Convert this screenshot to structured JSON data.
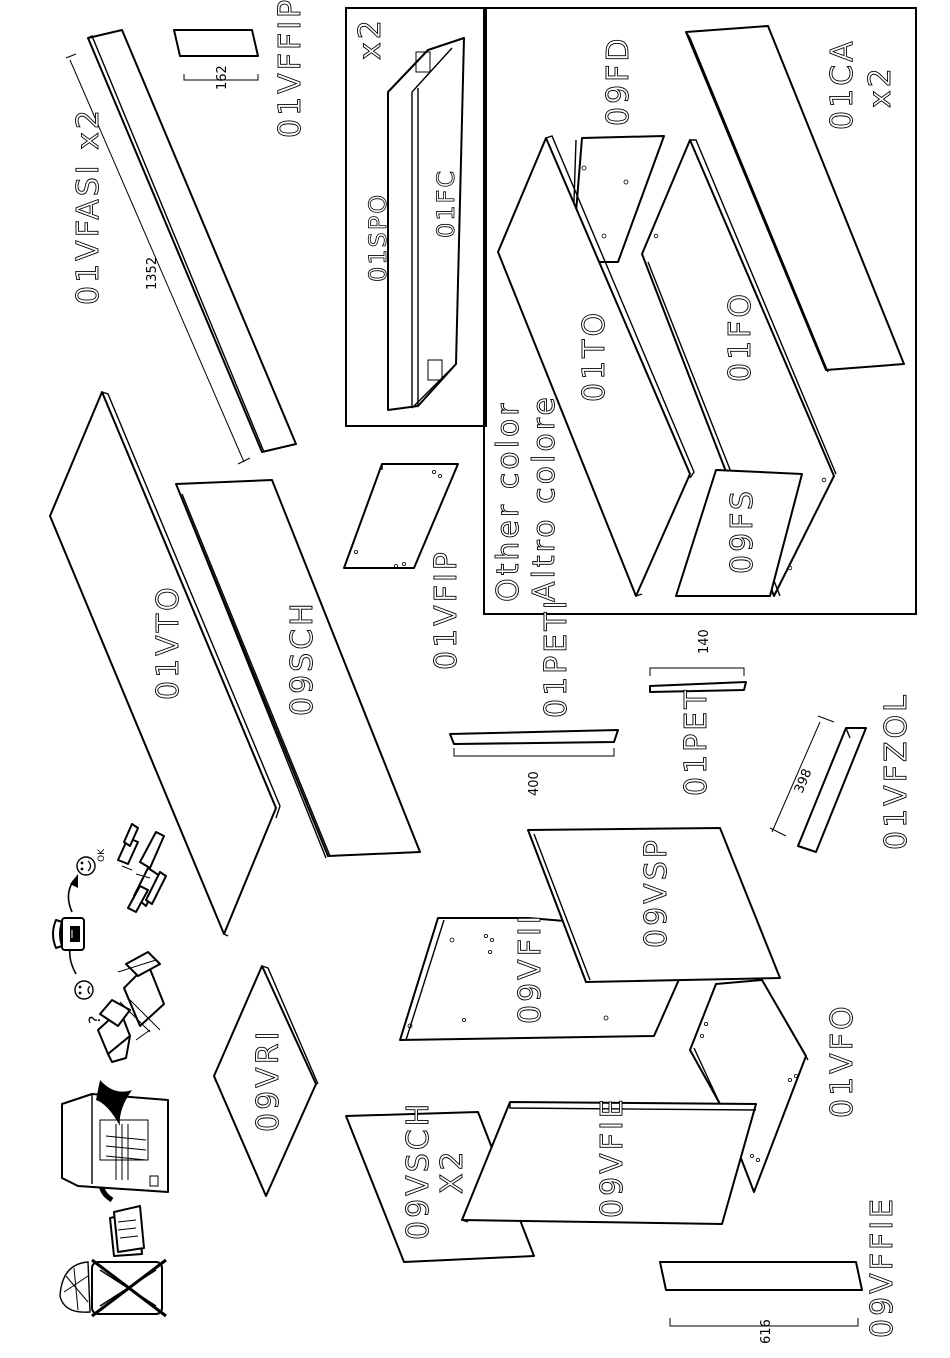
{
  "parts": {
    "vfasi": "01VFASI x2",
    "vffip": "01VFFIP",
    "spo": "01SPO",
    "fc": "01FC",
    "x2_box": "x2",
    "fd": "09FD",
    "ca": "01CA",
    "ca_x2": "x2",
    "to": "01TO",
    "fo": "01FO",
    "fs": "09FS",
    "vto": "01VTO",
    "sch": "09SCH",
    "vfip": "01VFIP",
    "peti": "01PETI",
    "pet": "01PET",
    "vfzol": "01VFZOL",
    "vsp": "09VSP",
    "vfii": "09VFII",
    "vri": "09VRI",
    "vfo": "01VFO",
    "vfie": "09VFIE",
    "vsch": "09VSCH",
    "vsch_x2": "X2",
    "vffie": "09VFFIE"
  },
  "dimensions": {
    "d162": "162",
    "d1352": "1352",
    "d140": "140",
    "d400": "400",
    "d398": "398",
    "d616": "616"
  },
  "notes": {
    "other_color": "Other color",
    "altro_colore": "Altro colore",
    "ok": "OK",
    "question": "?"
  },
  "icons": [
    "trash-bin-crossed-icon",
    "manual-book-icon",
    "cabinet-icon",
    "box-parts-icon",
    "sad-face-icon",
    "telephone-icon",
    "happy-face-icon",
    "panels-ok-icon"
  ]
}
